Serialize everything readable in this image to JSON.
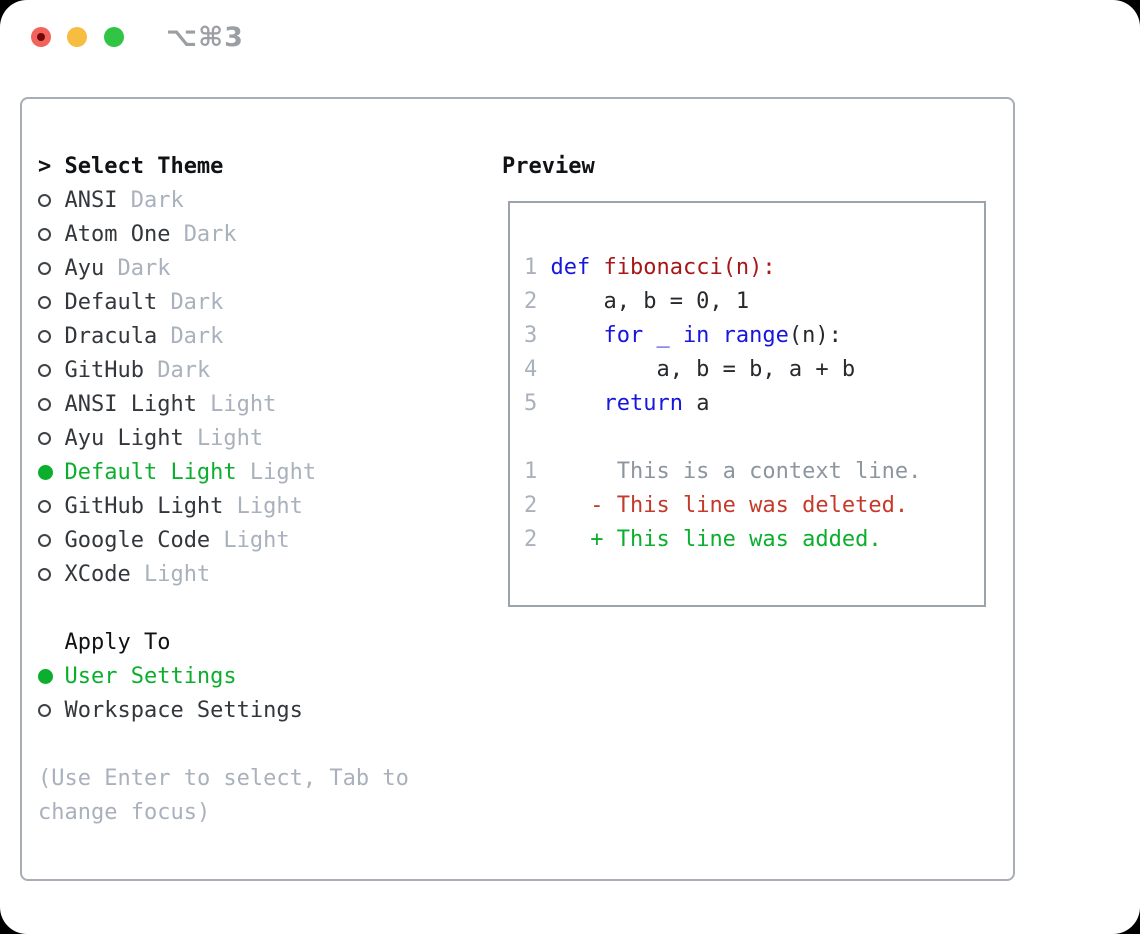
{
  "window": {
    "shortcut_label": "⌥⌘3",
    "traffic_lights": [
      "close",
      "minimize",
      "zoom"
    ]
  },
  "theme_list": {
    "header_prefix": ">",
    "header": "Select Theme",
    "items": [
      {
        "name": "ANSI",
        "variant": "Dark",
        "selected": false
      },
      {
        "name": "Atom One",
        "variant": "Dark",
        "selected": false
      },
      {
        "name": "Ayu",
        "variant": "Dark",
        "selected": false
      },
      {
        "name": "Default",
        "variant": "Dark",
        "selected": false
      },
      {
        "name": "Dracula",
        "variant": "Dark",
        "selected": false
      },
      {
        "name": "GitHub",
        "variant": "Dark",
        "selected": false
      },
      {
        "name": "ANSI Light",
        "variant": "Light",
        "selected": false
      },
      {
        "name": "Ayu Light",
        "variant": "Light",
        "selected": false
      },
      {
        "name": "Default Light",
        "variant": "Light",
        "selected": true
      },
      {
        "name": "GitHub Light",
        "variant": "Light",
        "selected": false
      },
      {
        "name": "Google Code",
        "variant": "Light",
        "selected": false
      },
      {
        "name": "XCode",
        "variant": "Light",
        "selected": false
      }
    ]
  },
  "apply_to": {
    "header": "Apply To",
    "items": [
      {
        "name": "User Settings",
        "selected": true
      },
      {
        "name": "Workspace Settings",
        "selected": false
      }
    ]
  },
  "hint": {
    "line1": "(Use Enter to select, Tab to",
    "line2": "change focus)"
  },
  "preview": {
    "title": "Preview",
    "lines": [
      {
        "num": "1",
        "segments": [
          {
            "t": "def",
            "c": "keyword"
          },
          {
            "t": " ",
            "c": "plain"
          },
          {
            "t": "fibonacci(n):",
            "c": "function"
          }
        ]
      },
      {
        "num": "2",
        "segments": [
          {
            "t": "    a, b = 0, 1",
            "c": "plain"
          }
        ]
      },
      {
        "num": "3",
        "segments": [
          {
            "t": "    ",
            "c": "plain"
          },
          {
            "t": "for _ in range",
            "c": "keyword"
          },
          {
            "t": "(n):",
            "c": "plain"
          }
        ]
      },
      {
        "num": "4",
        "segments": [
          {
            "t": "        a, b = b, a + b",
            "c": "plain"
          }
        ]
      },
      {
        "num": "5",
        "segments": [
          {
            "t": "    ",
            "c": "plain"
          },
          {
            "t": "return",
            "c": "keyword"
          },
          {
            "t": " a",
            "c": "plain"
          }
        ]
      },
      {
        "num": "",
        "segments": []
      },
      {
        "num": "1",
        "segments": [
          {
            "t": "     This is a context line.",
            "c": "context"
          }
        ]
      },
      {
        "num": "2",
        "segments": [
          {
            "t": "   ",
            "c": "plain"
          },
          {
            "t": "- This line was deleted.",
            "c": "deleted"
          }
        ]
      },
      {
        "num": "2",
        "segments": [
          {
            "t": "   ",
            "c": "plain"
          },
          {
            "t": "+ This line was added.",
            "c": "added"
          }
        ]
      }
    ]
  },
  "colors": {
    "keyword": "#1717dc",
    "function": "#a81717",
    "plain": "#26292d",
    "context": "#8d959f",
    "deleted": "#c43a2b",
    "added": "#0caf2d",
    "line_number": "#a9b1bd",
    "selected_green": "#0caf2d",
    "muted": "#a9b1bd",
    "text": "#33373c",
    "header": "#101215",
    "border_panel": "#a8aeb8",
    "border_box": "#9ba3ad",
    "light_red": "#f4635b",
    "light_red_dot": "#6e0b08",
    "light_yellow": "#f6bd40",
    "light_green": "#32c445",
    "titlebar_text": "#9b9fa4"
  }
}
